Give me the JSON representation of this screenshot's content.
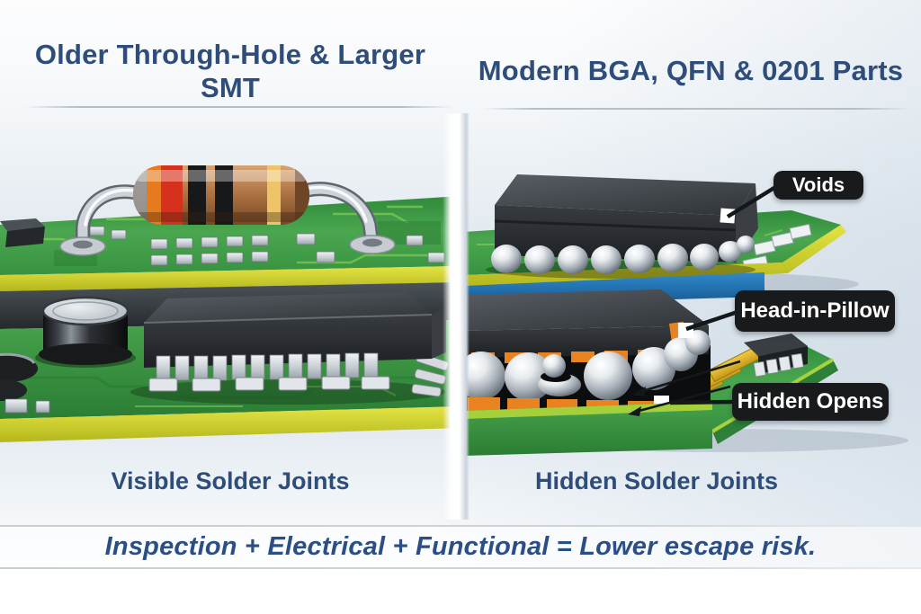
{
  "header": {
    "left_title": "Older Through-Hole & Larger SMT",
    "right_title": "Modern BGA, QFN & 0201 Parts"
  },
  "left_panel": {
    "caption": "Visible Solder Joints"
  },
  "right_panel": {
    "caption": "Hidden Solder Joints",
    "defects": [
      {
        "label": "Voids"
      },
      {
        "label": "Head-in-Pillow"
      },
      {
        "label": "Hidden Opens"
      }
    ]
  },
  "footer": {
    "formula": "Inspection + Electrical + Functional = Lower escape risk."
  },
  "colors": {
    "title_navy": "#2e4d7b",
    "formula_blue": "#2b4f85",
    "callout_bg": "#191a1b",
    "callout_text": "#ffffff",
    "pcb_green": "#3f9c45",
    "pcb_edge_yellow": "#d6d632",
    "pad_orange": "#e8831f",
    "solder_silver": "#c7ccd2",
    "board_core_blue": "#2272b5",
    "chip_dark": "#2c3034",
    "background_tint": "#dfe7ee"
  }
}
